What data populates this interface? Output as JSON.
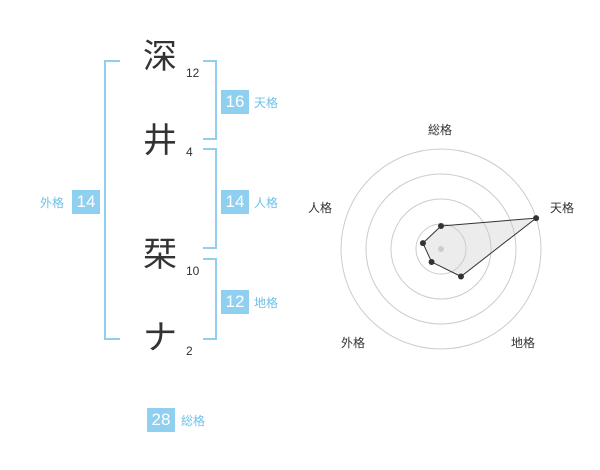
{
  "name": {
    "chars": [
      {
        "char": "深",
        "strokes": "12"
      },
      {
        "char": "井",
        "strokes": "4"
      },
      {
        "char": "栞",
        "strokes": "10"
      },
      {
        "char": "ナ",
        "strokes": "2"
      }
    ]
  },
  "kakusu": {
    "tenkaku": {
      "value": "16",
      "label": "天格"
    },
    "jinkaku": {
      "value": "14",
      "label": "人格"
    },
    "chikaku": {
      "value": "12",
      "label": "地格"
    },
    "gaikaku": {
      "value": "14",
      "label": "外格"
    },
    "soukaku": {
      "value": "28",
      "label": "総格"
    }
  },
  "colors": {
    "accent": "#8fd0f0",
    "label_accent": "#6ec1e8",
    "text": "#333333",
    "ring": "#cccccc"
  },
  "chart_data": {
    "type": "radar",
    "axes": [
      "総格",
      "天格",
      "地格",
      "外格",
      "人格"
    ],
    "series": [
      {
        "values": [
          2.3,
          10.0,
          3.4,
          1.6,
          1.9
        ]
      }
    ],
    "rings": 4,
    "max": 10
  }
}
